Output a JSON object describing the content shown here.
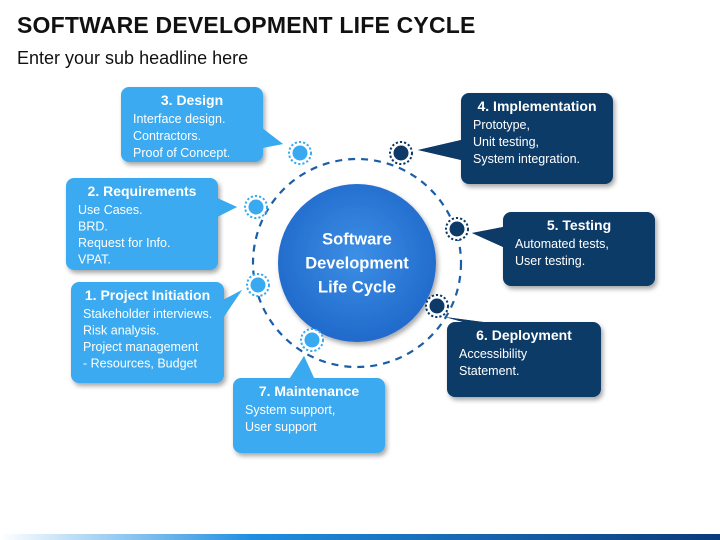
{
  "header": {
    "title": "SOFTWARE DEVELOPMENT LIFE CYCLE",
    "subtitle": "Enter your sub headline here"
  },
  "center": {
    "lines": [
      "Software",
      "Development",
      "Life Cycle"
    ]
  },
  "colors": {
    "light_blue": "#3aaaf0",
    "dark_navy": "#0d3a67",
    "circle_blue": "#1e66c8",
    "dash": "#1b5ea6"
  },
  "stages": [
    {
      "id": "design",
      "title": "3. Design",
      "lines": [
        "Interface design.",
        "Contractors.",
        "Proof of Concept."
      ],
      "theme": "light"
    },
    {
      "id": "requirements",
      "title": "2. Requirements",
      "lines": [
        "Use Cases.",
        "BRD.",
        "Request for Info.",
        "VPAT."
      ],
      "theme": "light"
    },
    {
      "id": "project-initiation",
      "title": "1. Project Initiation",
      "lines": [
        "Stakeholder interviews.",
        "Risk analysis.",
        "Project management",
        "- Resources, Budget"
      ],
      "theme": "light"
    },
    {
      "id": "maintenance",
      "title": "7. Maintenance",
      "lines": [
        "System support,",
        "User support"
      ],
      "theme": "light"
    },
    {
      "id": "implementation",
      "title": "4. Implementation",
      "lines": [
        "Prototype,",
        "Unit testing,",
        "System integration."
      ],
      "theme": "dark"
    },
    {
      "id": "testing",
      "title": "5. Testing",
      "lines": [
        "Automated tests,",
        "User testing."
      ],
      "theme": "dark"
    },
    {
      "id": "deployment",
      "title": "6. Deployment",
      "lines": [
        "Accessibility",
        "Statement."
      ],
      "theme": "dark"
    }
  ]
}
